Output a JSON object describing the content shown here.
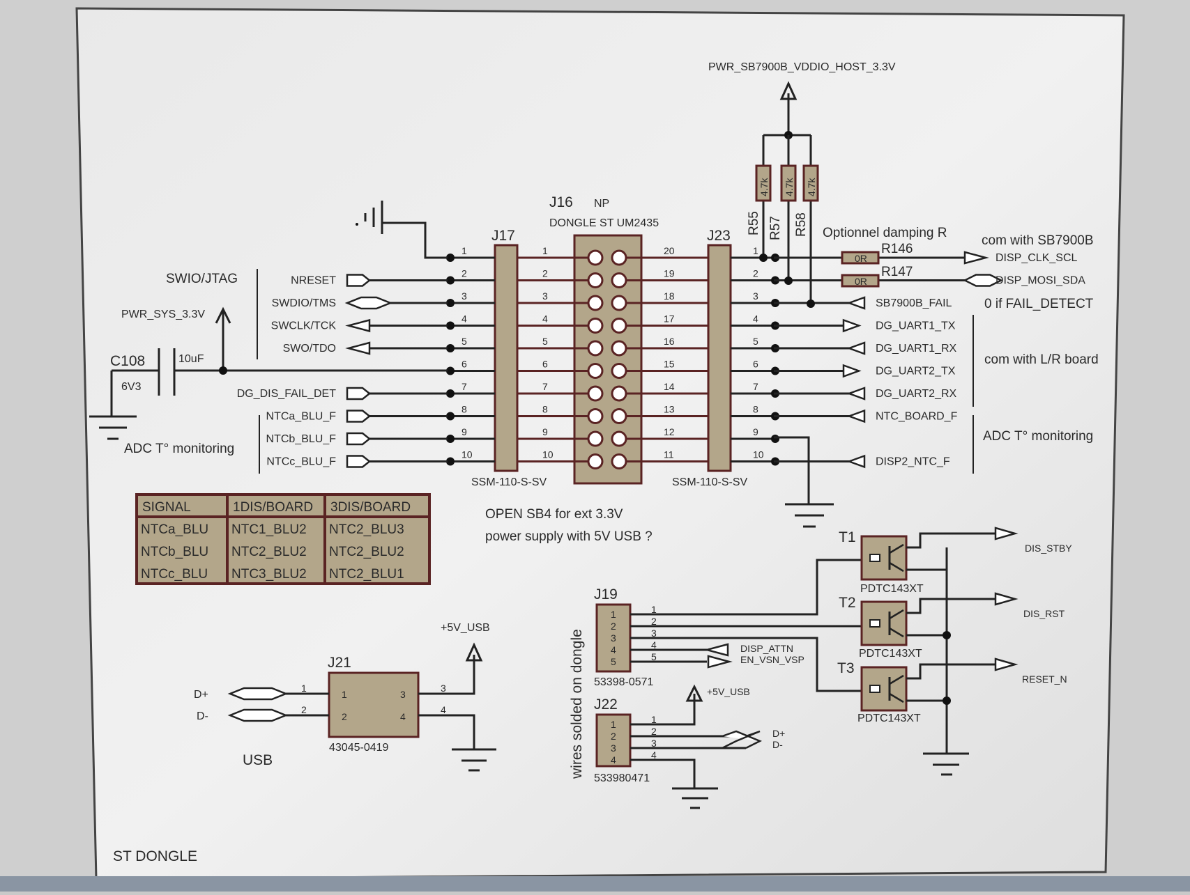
{
  "title_block": "ST DONGLE",
  "notes": {
    "swio_jtag": "SWIO/JTAG",
    "adc_left": "ADC T° monitoring",
    "adc_right": "ADC T° monitoring",
    "com_sb7900b": "com with SB7900B",
    "zero_if_fail": "0 if FAIL_DETECT",
    "com_lr": "com with L/R board",
    "damping": "Optionnel damping R",
    "open_sb4_line1": "OPEN SB4 for ext 3.3V",
    "open_sb4_line2": "power supply with 5V USB ?",
    "wires_solded": "wires solded on dongle",
    "usb": "USB"
  },
  "power": {
    "top_rail": "PWR_SB7900B_VDDIO_HOST_3.3V",
    "sys_rail": "PWR_SYS_3.3V",
    "usb_5v_a": "+5V_USB",
    "usb_5v_b": "+5V_USB"
  },
  "components": {
    "j16_ref": "J16",
    "j16_np": "NP",
    "j16_desc": "DONGLE ST UM2435",
    "j17_ref": "J17",
    "j17_part": "SSM-110-S-SV",
    "j23_ref": "J23",
    "j23_part": "SSM-110-S-SV",
    "c108_ref": "C108",
    "c108_val": "10uF",
    "c108_volt": "6V3",
    "r55": "R55",
    "r57": "R57",
    "r58": "R58",
    "r_val": "4.7k",
    "r146": "R146",
    "r147": "R147",
    "r_zero": "0R",
    "j19_ref": "J19",
    "j19_part": "53398-0571",
    "j22_ref": "J22",
    "j22_part": "533980471",
    "j21_ref": "J21",
    "j21_part": "43045-0419",
    "t1": "T1",
    "t2": "T2",
    "t3": "T3",
    "t_part": "PDTC143XT"
  },
  "left_signals": [
    "NRESET",
    "SWDIO/TMS",
    "SWCLK/TCK",
    "SWO/TDO",
    "DG_DIS_FAIL_DET",
    "NTCa_BLU_F",
    "NTCb_BLU_F",
    "NTCc_BLU_F"
  ],
  "right_signals": [
    "SB7900B_FAIL",
    "DG_UART1_TX",
    "DG_UART1_RX",
    "DG_UART2_TX",
    "DG_UART2_RX",
    "NTC_BOARD_F",
    "DISP2_NTC_F"
  ],
  "right_top_signals": [
    "DISP_CLK_SCL",
    "DISP_MOSI_SDA"
  ],
  "j19_signals": [
    "DISP_ATTN",
    "EN_VSN_VSP"
  ],
  "usb_signals": [
    "D+",
    "D-"
  ],
  "j22_signals": [
    "D+",
    "D-"
  ],
  "transistor_outputs": [
    "DIS_STBY",
    "DIS_RST",
    "RESET_N"
  ],
  "pins_left": [
    "1",
    "2",
    "3",
    "4",
    "5",
    "6",
    "7",
    "8",
    "9",
    "10"
  ],
  "pins_right": [
    "20",
    "19",
    "18",
    "17",
    "16",
    "15",
    "14",
    "13",
    "12",
    "11"
  ],
  "j19_pins": [
    "1",
    "2",
    "3",
    "4",
    "5"
  ],
  "j22_pins": [
    "1",
    "2",
    "3",
    "4"
  ],
  "j21_pins": [
    "1",
    "2",
    "3",
    "4"
  ],
  "table": {
    "headers": [
      "SIGNAL",
      "1DIS/BOARD",
      "3DIS/BOARD"
    ],
    "rows": [
      [
        "NTCa_BLU",
        "NTC1_BLU2",
        "NTC2_BLU3"
      ],
      [
        "NTCb_BLU",
        "NTC2_BLU2",
        "NTC2_BLU2"
      ],
      [
        "NTCc_BLU",
        "NTC3_BLU2",
        "NTC2_BLU1"
      ]
    ]
  }
}
